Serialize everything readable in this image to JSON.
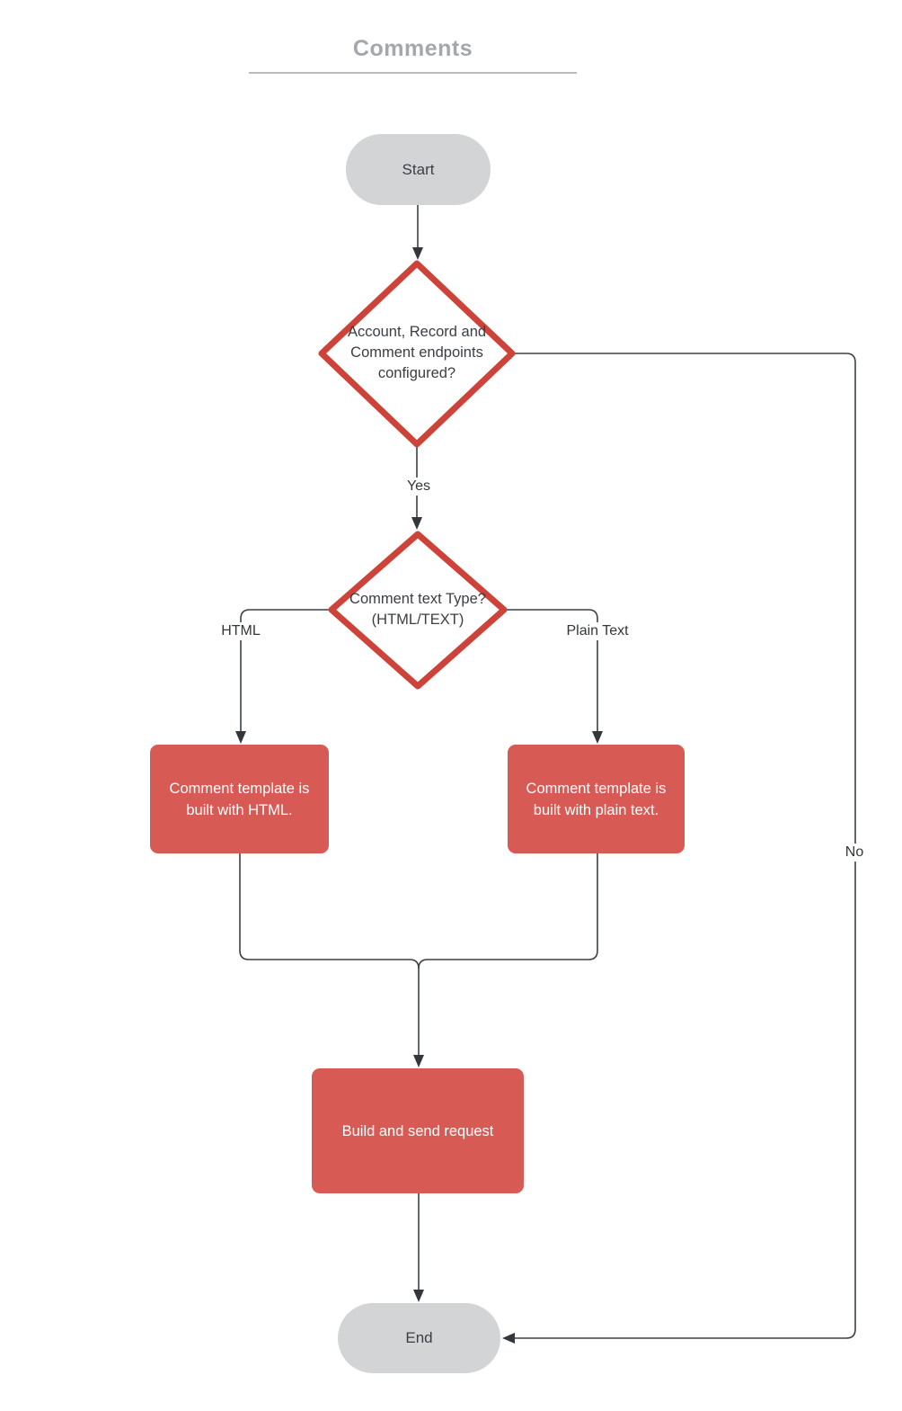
{
  "title": {
    "text": "Comments"
  },
  "nodes": {
    "start": {
      "label": "Start",
      "shape": "terminator"
    },
    "decision_endpoints": {
      "label": "Account, Record and Comment endpoints configured?",
      "shape": "decision"
    },
    "decision_text_type": {
      "label": "Comment text Type? (HTML/TEXT)",
      "shape": "decision"
    },
    "process_html": {
      "label": "Comment  template is built with HTML.",
      "shape": "process"
    },
    "process_plain": {
      "label": "Comment  template is built with plain text.",
      "shape": "process"
    },
    "process_build": {
      "label": "Build and send request",
      "shape": "process"
    },
    "end": {
      "label": "End",
      "shape": "terminator"
    }
  },
  "edge_labels": {
    "yes": "Yes",
    "no": "No",
    "html": "HTML",
    "plain_text": "Plain Text"
  },
  "colors": {
    "process_fill": "#d75a55",
    "decision_border": "#ce4339",
    "terminal_fill": "#d3d4d6",
    "connector": "#3c4045",
    "title_text": "#a4a7ac",
    "node_text_dark": "#3b3e44",
    "node_text_light": "#ffffff"
  }
}
